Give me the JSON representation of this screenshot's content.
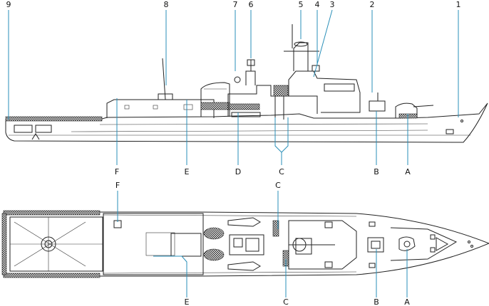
{
  "profile_view": {
    "top_labels": [
      "9",
      "8",
      "7",
      "6",
      "5",
      "4",
      "3",
      "2",
      "1"
    ],
    "bottom_labels": [
      "F",
      "E",
      "D",
      "C",
      "B",
      "A"
    ]
  },
  "plan_view": {
    "top_labels": [
      "F",
      "C"
    ],
    "bottom_labels": [
      "E",
      "C",
      "B",
      "A"
    ]
  },
  "colors": {
    "line": "#222222",
    "leader": "#2a8fb8",
    "background": "#ffffff"
  }
}
